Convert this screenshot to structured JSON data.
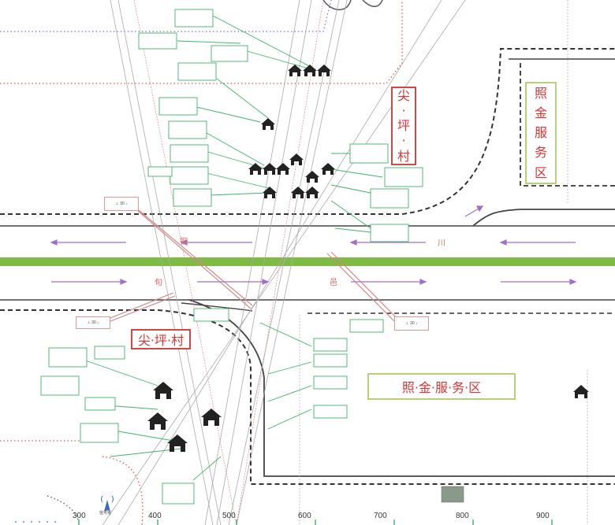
{
  "labels": {
    "village_vertical": [
      "尖",
      "·",
      "坪",
      "·",
      "村"
    ],
    "service_vertical": [
      "照",
      "金",
      "服",
      "务",
      "区"
    ],
    "village_horizontal": "尖·坪·村",
    "service_horizontal": "照·金·服·务·区",
    "road_chars": [
      "铜",
      "川",
      "旬",
      "邑"
    ]
  },
  "tags": [
    "⊥ 30 ↓",
    "⊥ 30 ↓",
    "⊥ 30 ↓"
  ],
  "axis_ticks": [
    "300",
    "400",
    "500",
    "600",
    "700",
    "800",
    "900"
  ],
  "tower_label": "信号塔",
  "colors": {
    "median": "#7dbb42",
    "red_box": "#d64545",
    "green_box": "#b8cf7a",
    "callout": "#3fb36b",
    "arrow": "#a070c8"
  }
}
